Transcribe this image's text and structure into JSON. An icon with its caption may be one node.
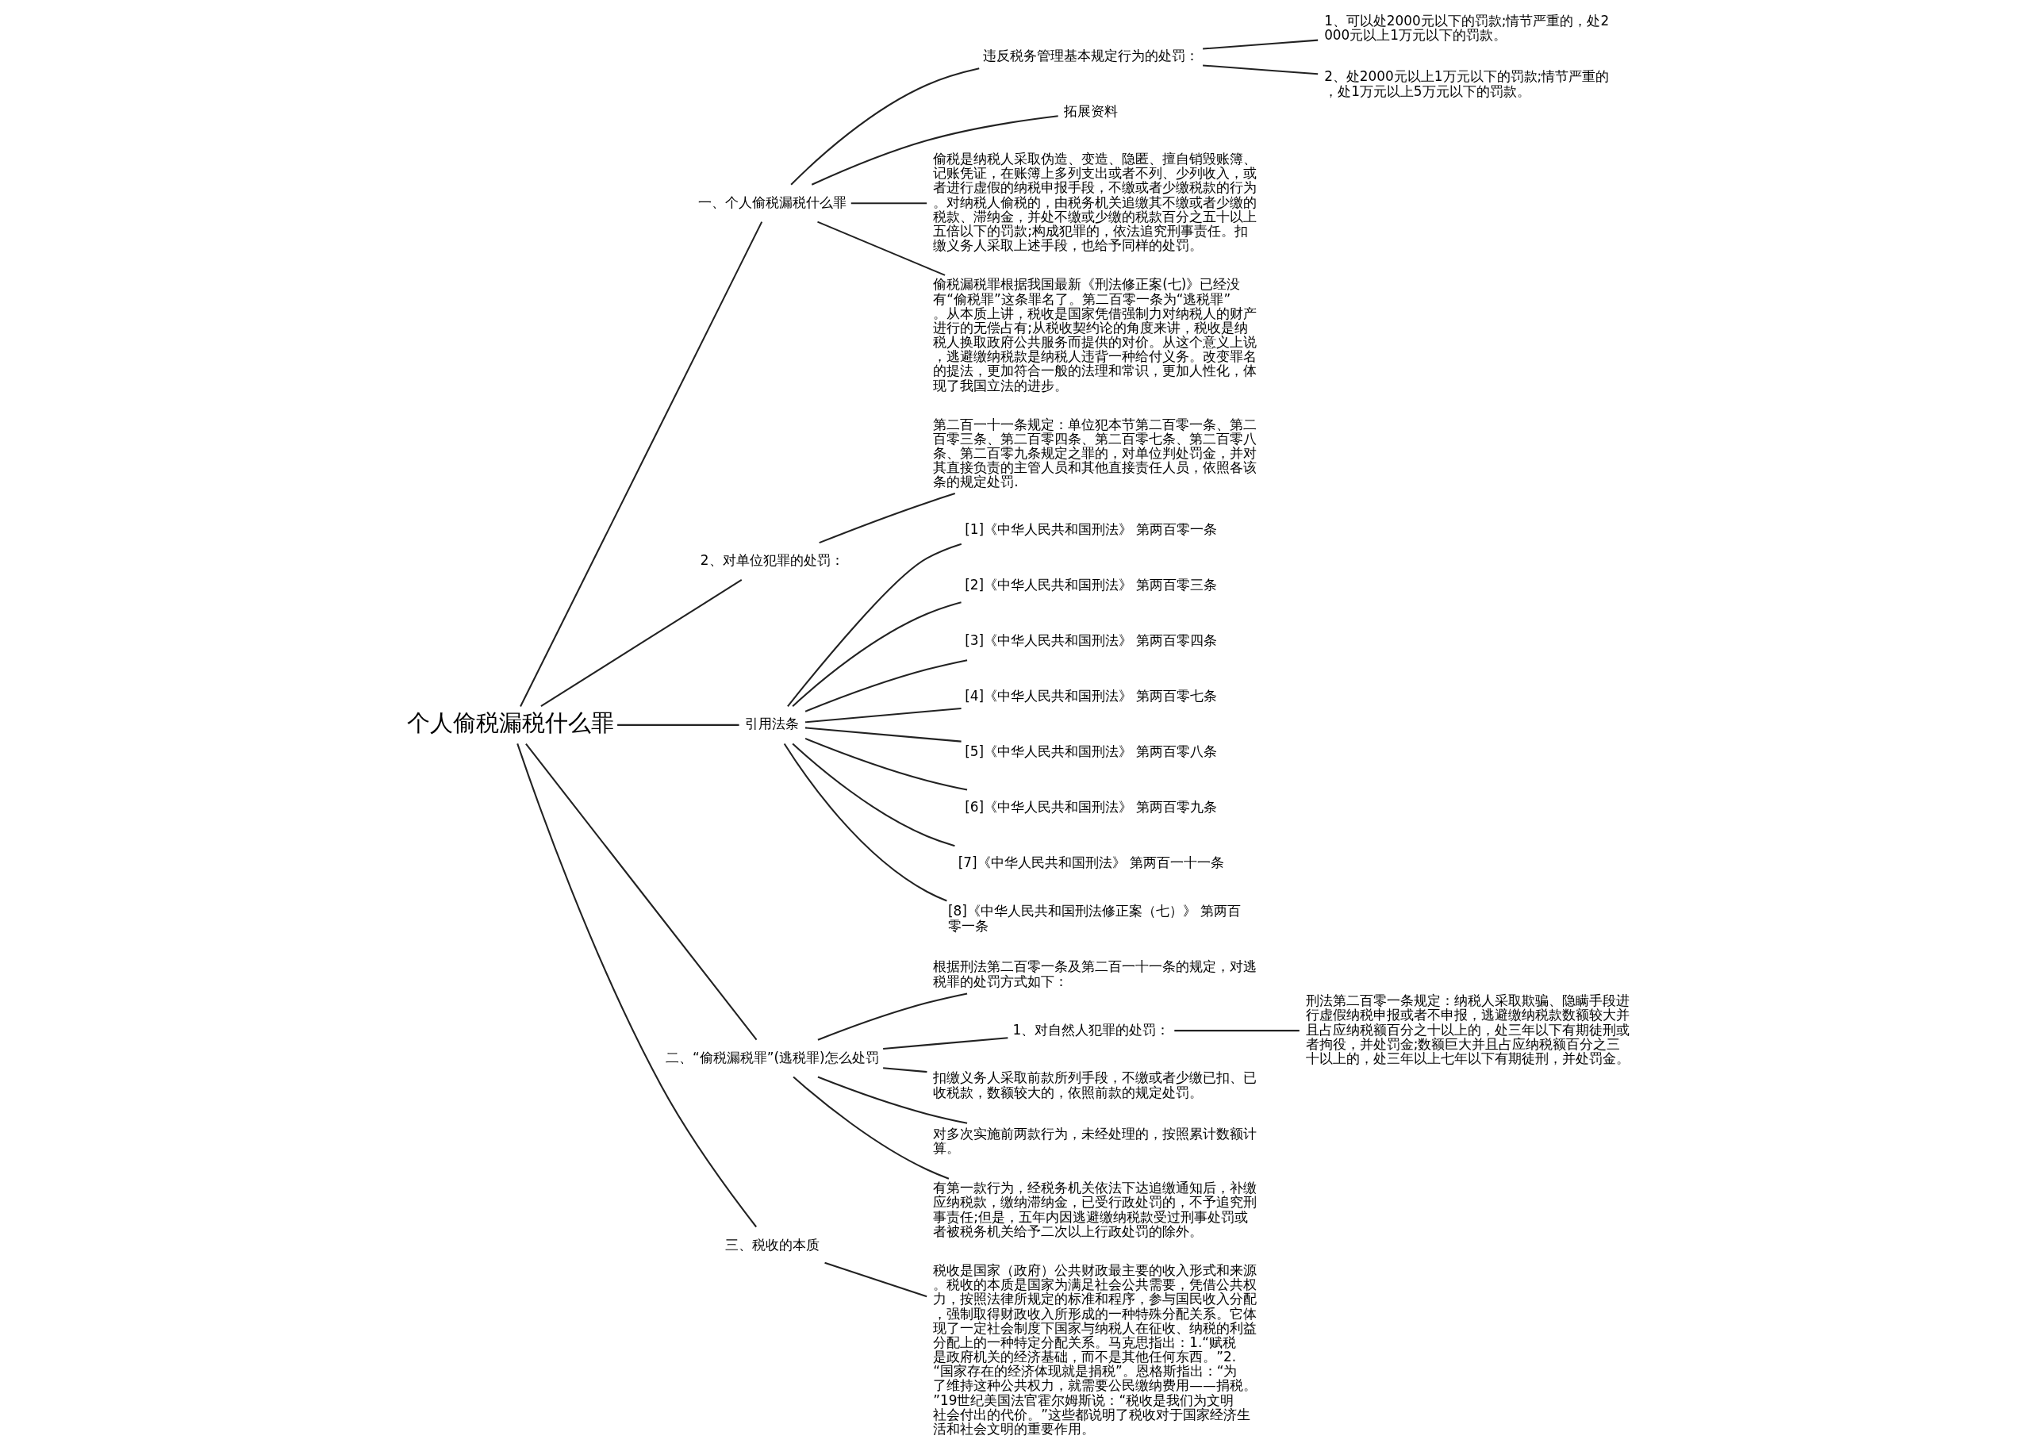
{
  "diagram": {
    "nodes": [
      {
        "text": [
          "个人偷税漏税什么罪"
        ]
      },
      {
        "text": [
          "一、个人偷税漏税什么罪"
        ]
      },
      {
        "text": [
          "违反税务管理基本规定行为的处罚："
        ]
      },
      {
        "text": [
          "1、可以处2000元以下的罚款;情节严重的，处2000元以上1万元以下的罚款。"
        ]
      },
      {
        "text": [
          "2、处2000元以上1万元以下的罚款;情节严重的，处1万元以上5万元以下的罚款。"
        ]
      },
      {
        "text": [
          "拓展资料"
        ]
      },
      {
        "text": [
          "偷税是纳税人采取伪造、变造、隐匿、擅自销毁账簿、记账凭证，在账簿上多列支出或者不列、少列收入，或者进行虚假的纳税申报手段，不缴或者少缴税款的行为。对纳税人偷税的，由税务机关追缴其不缴或者少缴的税款、滞纳金，并处不缴或少缴的税款百分之五十以上五倍以下的罚款;构成犯罪的，依法追究刑事责任。扣缴义务人采取上述手段，也给予同样的处罚。"
        ]
      },
      {
        "text": [
          "偷税漏税罪根据我国最新《刑法修正案(七)》已经没有“偷税罪”这条罪名了。第二百零一条为“逃税罪”。从本质上讲，税收是国家凭借强制力对纳税人的财产进行的无偿占有;从税收契约论的角度来讲，税收是纳税人换取政府公共服务而提供的对价。从这个意义上说，逃避缴纳税款是纳税人违背一种给付义务。改变罪名的提法，更加符合一般的法理和常识，更加人性化，体现了我国立法的进步。"
        ]
      },
      {
        "text": [
          "2、对单位犯罪的处罚："
        ]
      },
      {
        "text": [
          "第二百一十一条规定：单位犯本节第二百零一条、第二百零三条、第二百零四条、第二百零七条、第二百零八条、第二百零九条规定之罪的，对单位判处罚金，并对其直接负责的主管人员和其他直接责任人员，依照各该条的规定处罚."
        ]
      },
      {
        "text": [
          "引用法条"
        ]
      },
      {
        "text": [
          "[1]《中华人民共和国刑法》 第两百零一条"
        ]
      },
      {
        "text": [
          "[2]《中华人民共和国刑法》 第两百零三条"
        ]
      },
      {
        "text": [
          "[3]《中华人民共和国刑法》 第两百零四条"
        ]
      },
      {
        "text": [
          "[4]《中华人民共和国刑法》 第两百零七条"
        ]
      },
      {
        "text": [
          "[5]《中华人民共和国刑法》 第两百零八条"
        ]
      },
      {
        "text": [
          "[6]《中华人民共和国刑法》 第两百零九条"
        ]
      },
      {
        "text": [
          "[7]《中华人民共和国刑法》 第两百一十一条"
        ]
      },
      {
        "text": [
          "[8]《中华人民共和国刑法修正案（七）》 第两百零一条"
        ]
      },
      {
        "text": [
          "二、“偷税漏税罪”(逃税罪)怎么处罚"
        ]
      },
      {
        "text": [
          "根据刑法第二百零一条及第二百一十一条的规定，对逃税罪的处罚方式如下："
        ]
      },
      {
        "text": [
          "1、对自然人犯罪的处罚："
        ]
      },
      {
        "text": [
          "刑法第二百零一条规定：纳税人采取欺骗、隐瞒手段进行虚假纳税申报或者不申报，逃避缴纳税款数额较大并且占应纳税额百分之十以上的，处三年以下有期徒刑或者拘役，并处罚金;数额巨大并且占应纳税额百分之三十以上的，处三年以上七年以下有期徒刑，并处罚金。"
        ]
      },
      {
        "text": [
          "扣缴义务人采取前款所列手段，不缴或者少缴已扣、已收税款，数额较大的，依照前款的规定处罚。"
        ]
      },
      {
        "text": [
          "对多次实施前两款行为，未经处理的，按照累计数额计算。"
        ]
      },
      {
        "text": [
          "有第一款行为，经税务机关依法下达追缴通知后，补缴应纳税款，缴纳滞纳金，已受行政处罚的，不予追究刑事责任;但是，五年内因逃避缴纳税款受过刑事处罚或者被税务机关给予二次以上行政处罚的除外。"
        ]
      },
      {
        "text": [
          "三、税收的本质"
        ]
      },
      {
        "text": [
          "税收是国家（政府）公共财政最主要的收入形式和来源。税收的本质是国家为满足社会公共需要，凭借公共权力，按照法律所规定的标准和程序，参与国民收入分配，强制取得财政收入所形成的一种特殊分配关系。它体现了一定社会制度下国家与纳税人在征收、纳税的利益分配上的一种特定分配关系。马克思指出：1.“赋税是政府机关的经济基础，而不是其他任何东西。”2.“国家存在的经济体现就是捐税”。恩格斯指出：“为了维持这种公共权力，就需要公民缴纳费用——捐税。”19世纪美国法官霍尔姆斯说：“税收是我们为文明社会付出的代价。”这些都说明了税收对于国家经济生活和社会文明的重要作用。"
        ]
      }
    ],
    "edges": [
      {
        "from": 0,
        "to": 1,
        "arrow": "none"
      },
      {
        "from": 1,
        "to": 2,
        "arrow": "none"
      },
      {
        "from": 2,
        "to": 3,
        "arrow": "none"
      },
      {
        "from": 2,
        "to": 4,
        "arrow": "none"
      },
      {
        "from": 1,
        "to": 5,
        "arrow": "none"
      },
      {
        "from": 1,
        "to": 6,
        "arrow": "none"
      },
      {
        "from": 1,
        "to": 7,
        "arrow": "none"
      },
      {
        "from": 0,
        "to": 8,
        "arrow": "none"
      },
      {
        "from": 8,
        "to": 9,
        "arrow": "none"
      },
      {
        "from": 0,
        "to": 10,
        "arrow": "none"
      },
      {
        "from": 10,
        "to": 11,
        "arrow": "none"
      },
      {
        "from": 10,
        "to": 12,
        "arrow": "none"
      },
      {
        "from": 10,
        "to": 13,
        "arrow": "none"
      },
      {
        "from": 10,
        "to": 14,
        "arrow": "none"
      },
      {
        "from": 10,
        "to": 15,
        "arrow": "none"
      },
      {
        "from": 10,
        "to": 16,
        "arrow": "none"
      },
      {
        "from": 10,
        "to": 17,
        "arrow": "none"
      },
      {
        "from": 10,
        "to": 18,
        "arrow": "none"
      },
      {
        "from": 0,
        "to": 19,
        "arrow": "none"
      },
      {
        "from": 19,
        "to": 20,
        "arrow": "none"
      },
      {
        "from": 19,
        "to": 21,
        "arrow": "none"
      },
      {
        "from": 21,
        "to": 22,
        "arrow": "none"
      },
      {
        "from": 19,
        "to": 23,
        "arrow": "none"
      },
      {
        "from": 19,
        "to": 24,
        "arrow": "none"
      },
      {
        "from": 19,
        "to": 25,
        "arrow": "none"
      },
      {
        "from": 0,
        "to": 26,
        "arrow": "none"
      },
      {
        "from": 26,
        "to": 27,
        "arrow": "none"
      }
    ]
  }
}
